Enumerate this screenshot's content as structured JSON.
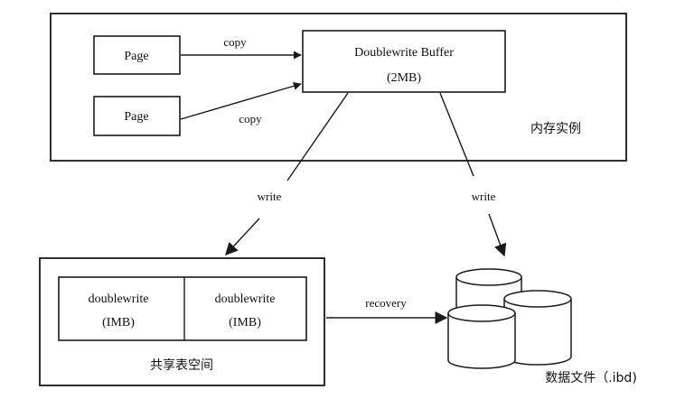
{
  "memory": {
    "label": "内存实例",
    "page_top": "Page",
    "page_bottom": "Page",
    "copy_top": "copy",
    "copy_bottom": "copy",
    "buffer_title": "Doublewrite Buffer",
    "buffer_size": "(2MB)"
  },
  "arrows": {
    "write_left": "write",
    "write_right": "write",
    "recovery": "recovery"
  },
  "shared": {
    "label": "共享表空间",
    "cell1_title": "doublewrite",
    "cell1_size": "(IMB)",
    "cell2_title": "doublewrite",
    "cell2_size": "(IMB)"
  },
  "datafiles": {
    "label": "数据文件（.ibd)"
  }
}
